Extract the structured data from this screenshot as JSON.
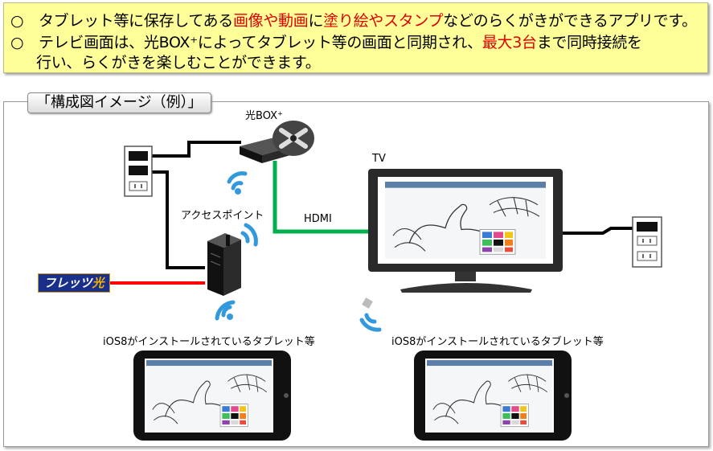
{
  "notice": {
    "line1": [
      {
        "text": "○　タブレット等に保存してある",
        "red": false
      },
      {
        "text": "画像や動画",
        "red": true
      },
      {
        "text": "に",
        "red": false
      },
      {
        "text": "塗り絵やスタンプ",
        "red": true
      },
      {
        "text": "などのらくがきができるアプリです。",
        "red": false
      }
    ],
    "line2": [
      {
        "text": "○　テレビ画面は、光BOX⁺によってタブレット等の画面と同期され、",
        "red": false
      },
      {
        "text": "最大3台",
        "red": true
      },
      {
        "text": "まで同時接続を",
        "red": false
      }
    ],
    "line3": "行い、らくがきを楽しむことができます。"
  },
  "panel": {
    "title": "「構成図イメージ（例）」",
    "labels": {
      "hikari_box": "光BOX⁺",
      "access_point": "アクセスポイント",
      "hdmi": "HDMI",
      "tv": "TV",
      "tablet_left": "iOS8がインストールされているタブレット等",
      "tablet_right": "iOS8がインストールされているタブレット等",
      "flets_prefix": "フレッツ",
      "flets_suffix": "光"
    },
    "colors": {
      "hdmi_cable": "#00b050",
      "fiber_cable": "#ff0000",
      "lan_cable": "#000000",
      "wifi": "#3399dd",
      "flets_badge": "#1a2f8a"
    }
  }
}
